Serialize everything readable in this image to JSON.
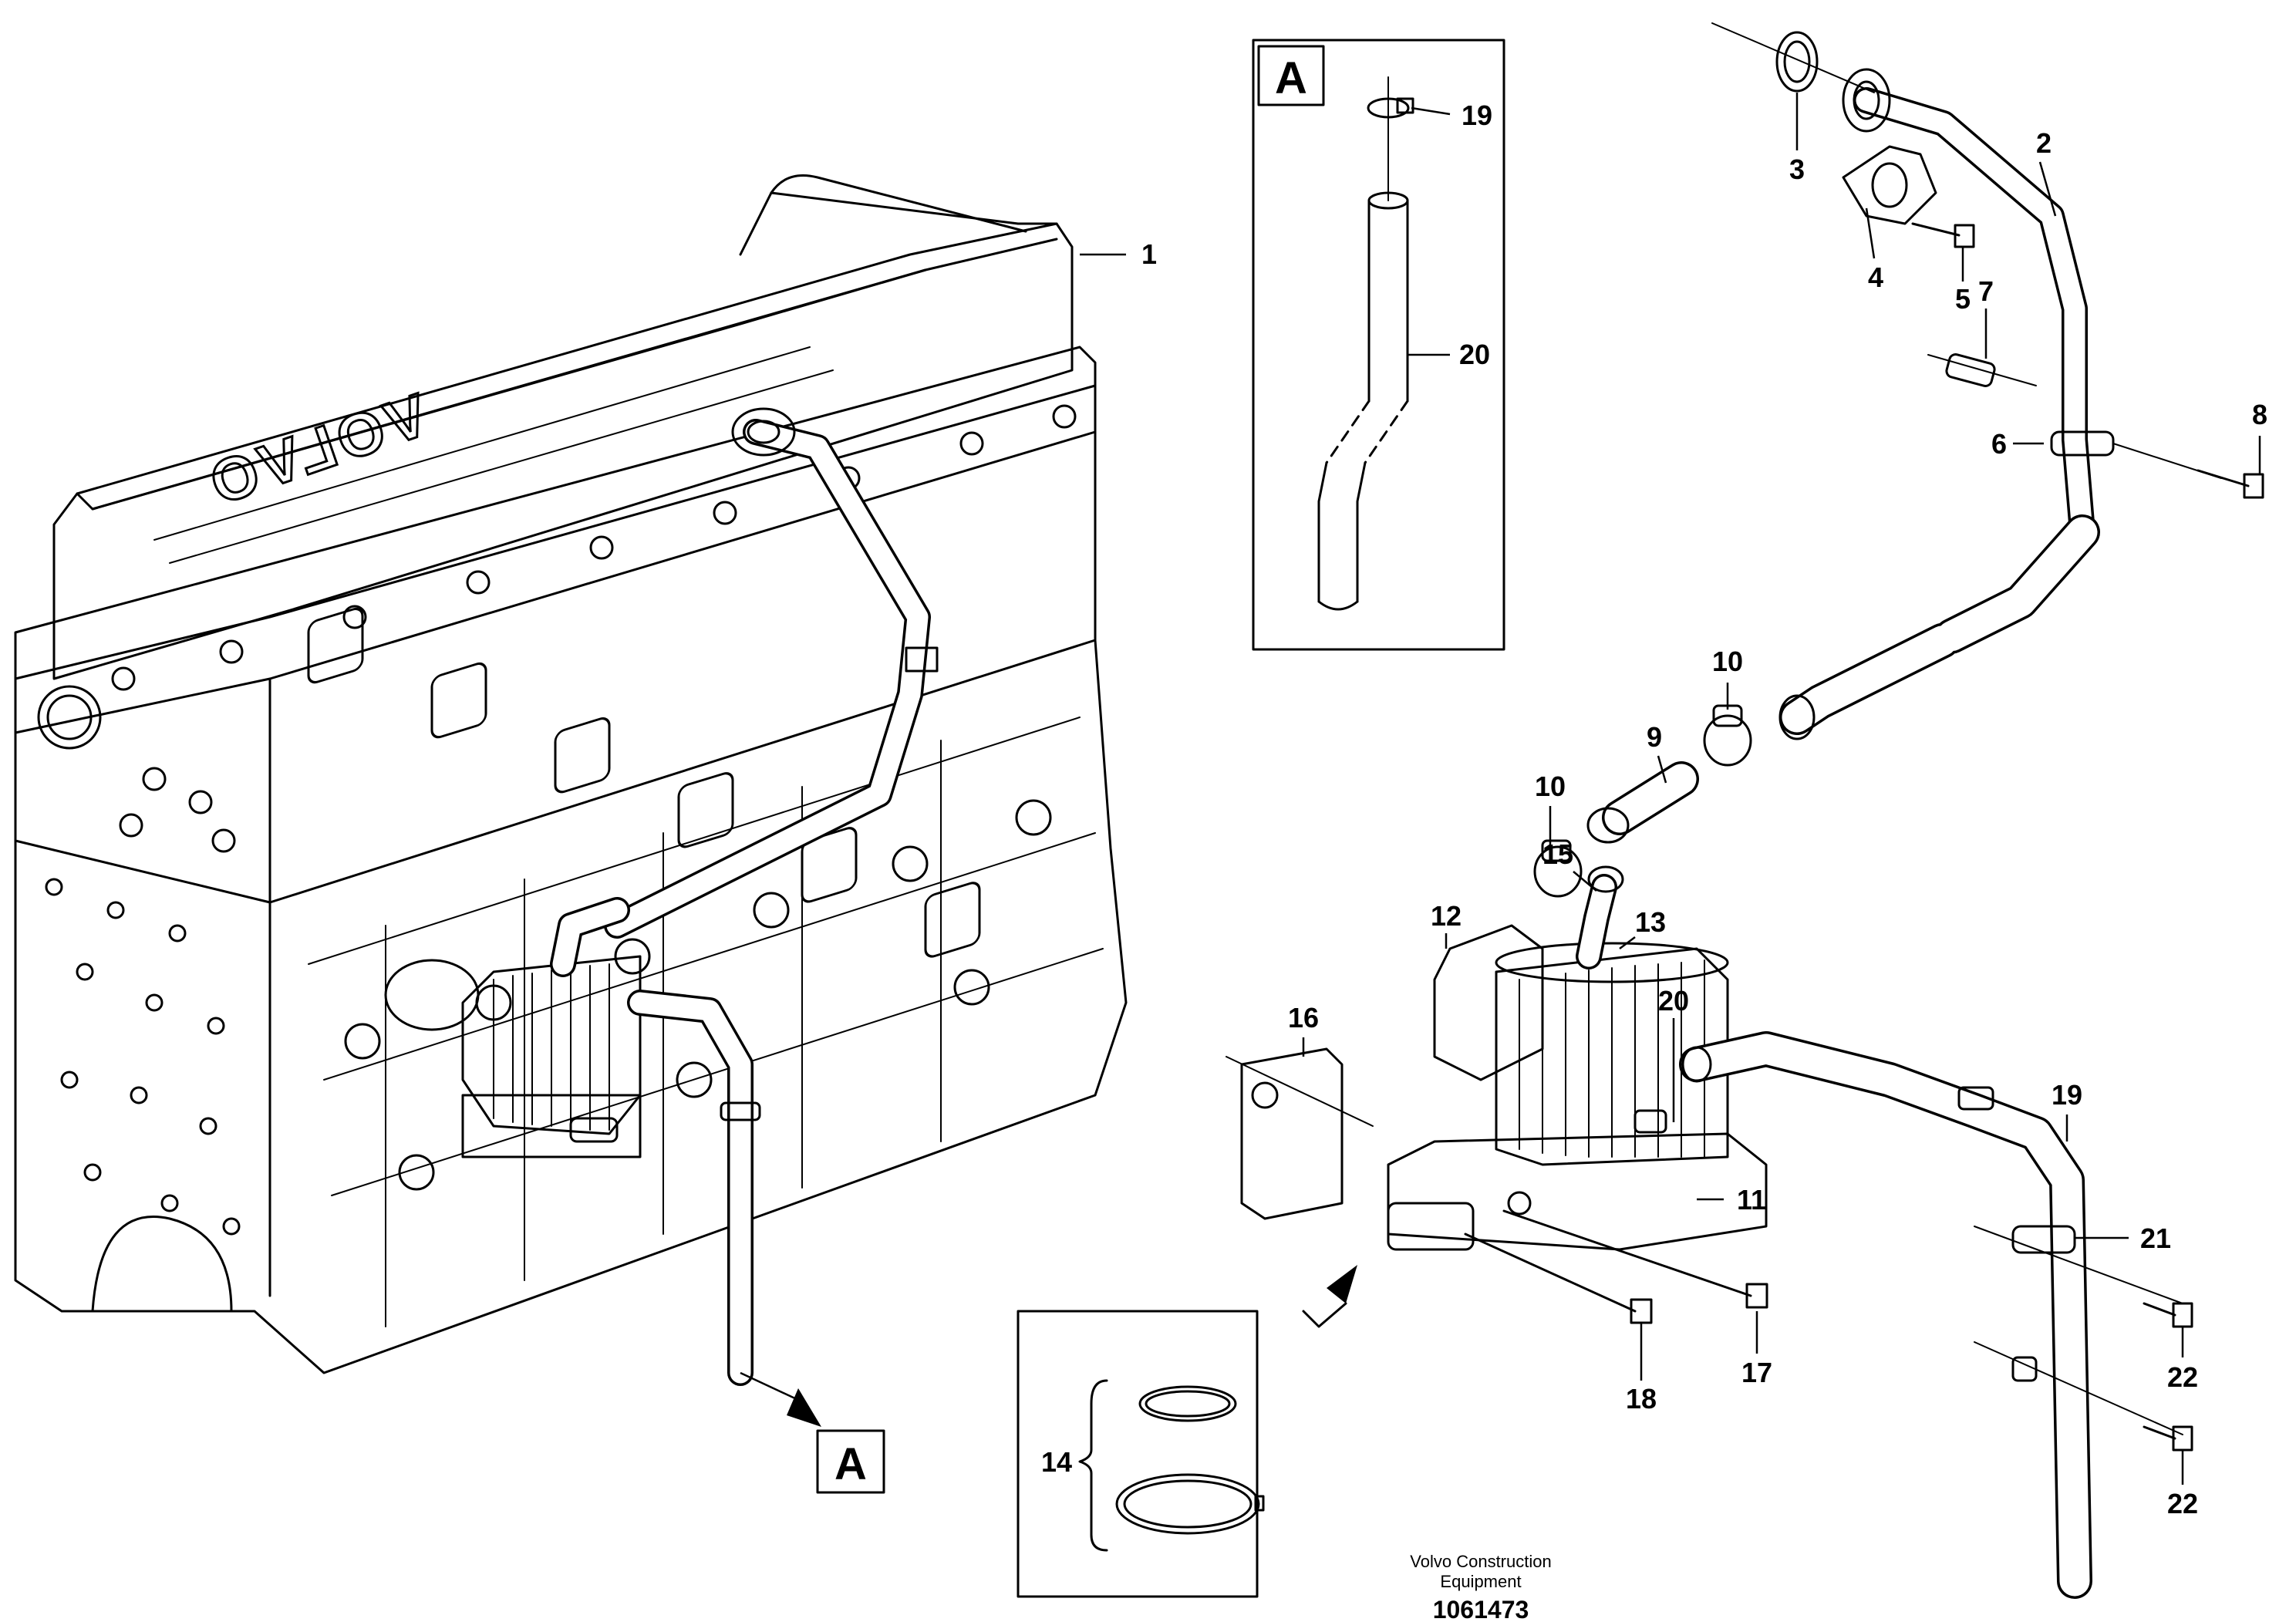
{
  "engine": {
    "brand_text": "VOLVO"
  },
  "detail_views": [
    {
      "id": "A",
      "label": "A"
    },
    {
      "id": "A-ref",
      "label": "A"
    }
  ],
  "callouts": [
    {
      "id": "c1",
      "label": "1"
    },
    {
      "id": "c2",
      "label": "2"
    },
    {
      "id": "c3",
      "label": "3"
    },
    {
      "id": "c4",
      "label": "4"
    },
    {
      "id": "c5",
      "label": "5"
    },
    {
      "id": "c6",
      "label": "6"
    },
    {
      "id": "c7",
      "label": "7"
    },
    {
      "id": "c8",
      "label": "8"
    },
    {
      "id": "c9",
      "label": "9"
    },
    {
      "id": "c10a",
      "label": "10"
    },
    {
      "id": "c10b",
      "label": "10"
    },
    {
      "id": "c11",
      "label": "11"
    },
    {
      "id": "c12",
      "label": "12"
    },
    {
      "id": "c13",
      "label": "13"
    },
    {
      "id": "c14",
      "label": "14"
    },
    {
      "id": "c15",
      "label": "15"
    },
    {
      "id": "c16",
      "label": "16"
    },
    {
      "id": "c17",
      "label": "17"
    },
    {
      "id": "c18",
      "label": "18"
    },
    {
      "id": "c19a",
      "label": "19"
    },
    {
      "id": "c19b",
      "label": "19"
    },
    {
      "id": "c20a",
      "label": "20"
    },
    {
      "id": "c20b",
      "label": "20"
    },
    {
      "id": "c21",
      "label": "21"
    },
    {
      "id": "c22a",
      "label": "22"
    },
    {
      "id": "c22b",
      "label": "22"
    }
  ],
  "footer": {
    "credit_line1": "Volvo Construction",
    "credit_line2": "Equipment",
    "document_number": "1061473"
  }
}
